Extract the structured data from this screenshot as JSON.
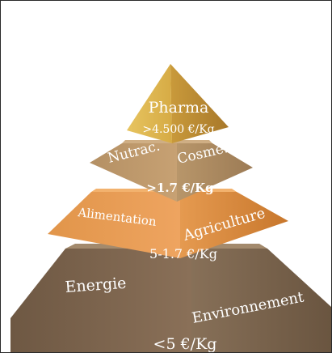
{
  "pyramid": {
    "tiers": [
      {
        "id": "pharma",
        "labels": [
          "Pharma"
        ],
        "value": ">4.500 €/Kg",
        "color": "#d4a645"
      },
      {
        "id": "nutrac-cosme",
        "labels": [
          "Nutrac.",
          "Cosmé."
        ],
        "value": ">1.7 €/Kg",
        "color": "#b28a5a"
      },
      {
        "id": "alimentation-agriculture",
        "labels": [
          "Alimentation",
          "Agriculture"
        ],
        "value": "5-1.7 €/Kg",
        "color": "#dd8a3e"
      },
      {
        "id": "energie-environnement",
        "labels": [
          "Energie",
          "Environnement"
        ],
        "value": "<5 €/Kg",
        "color": "#7d6650"
      }
    ]
  }
}
